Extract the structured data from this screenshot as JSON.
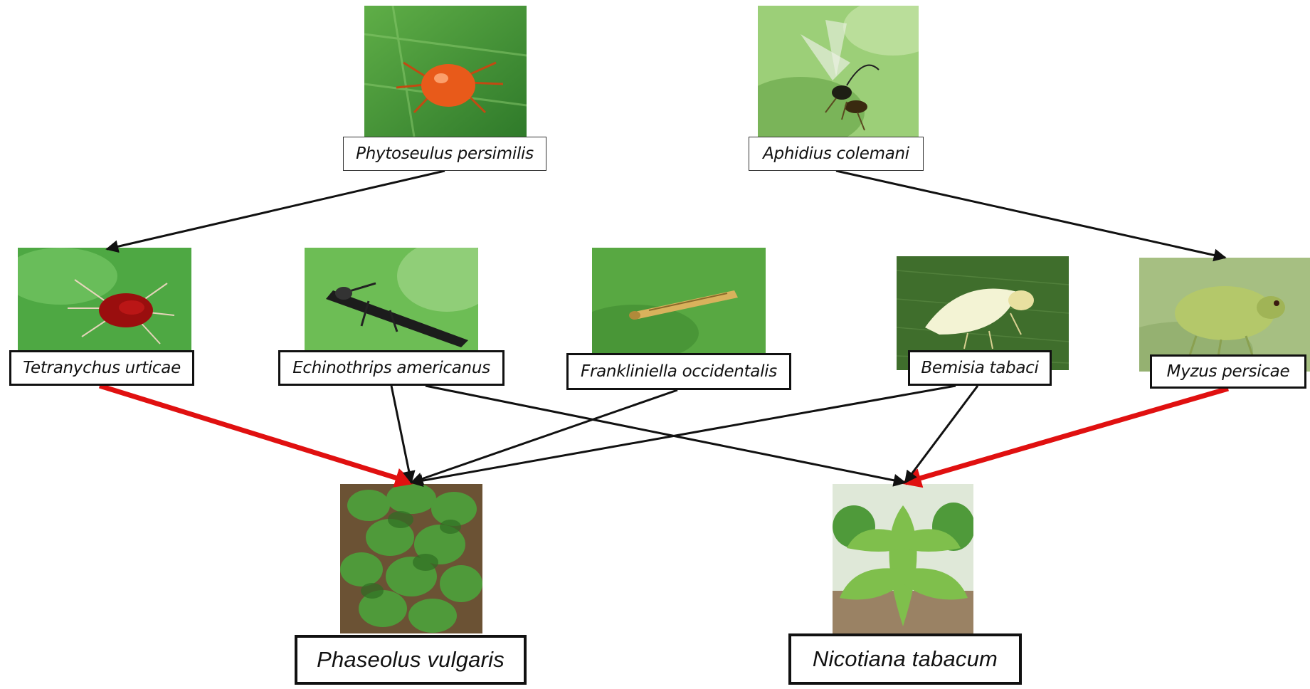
{
  "predators": [
    {
      "id": "phytoseulus",
      "name": "Phytoseulus persimilis",
      "icon": "predatory-mite-photo",
      "body_color": "#e85a1a"
    },
    {
      "id": "aphidius",
      "name": "Aphidius colemani",
      "icon": "parasitoid-wasp-photo",
      "body_color": "#2a2a1e"
    }
  ],
  "pests": [
    {
      "id": "tetranychus",
      "name": "Tetranychus urticae",
      "icon": "spider-mite-photo",
      "body_color": "#b01010"
    },
    {
      "id": "echinothrips",
      "name": "Echinothrips americanus",
      "icon": "thrips-photo",
      "body_color": "#2b2b2b"
    },
    {
      "id": "frankliniella",
      "name": "Frankliniella occidentalis",
      "icon": "western-flower-thrips-photo",
      "body_color": "#d9b25c"
    },
    {
      "id": "bemisia",
      "name": "Bemisia tabaci",
      "icon": "whitefly-photo",
      "body_color": "#f3f3d4"
    },
    {
      "id": "myzus",
      "name": "Myzus persicae",
      "icon": "aphid-photo",
      "body_color": "#b4c86a"
    }
  ],
  "plants": [
    {
      "id": "phaseolus",
      "name": "Phaseolus vulgaris",
      "icon": "bean-plant-photo"
    },
    {
      "id": "nicotiana",
      "name": "Nicotiana tabacum",
      "icon": "tobacco-plant-photo"
    }
  ],
  "links": [
    {
      "from": "phytoseulus",
      "to": "tetranychus",
      "kind": "predation"
    },
    {
      "from": "aphidius",
      "to": "myzus",
      "kind": "predation"
    },
    {
      "from": "tetranychus",
      "to": "phaseolus",
      "kind": "highlighted"
    },
    {
      "from": "myzus",
      "to": "nicotiana",
      "kind": "highlighted"
    },
    {
      "from": "echinothrips",
      "to": "phaseolus",
      "kind": "feeding"
    },
    {
      "from": "echinothrips",
      "to": "nicotiana",
      "kind": "feeding"
    },
    {
      "from": "frankliniella",
      "to": "phaseolus",
      "kind": "feeding"
    },
    {
      "from": "bemisia",
      "to": "phaseolus",
      "kind": "feeding"
    },
    {
      "from": "bemisia",
      "to": "nicotiana",
      "kind": "feeding"
    }
  ],
  "colors": {
    "normal_arrow": "#111111",
    "highlight_arrow": "#e01010",
    "leaf_green": "#4f9a3a",
    "leaf_dark": "#2f6e23"
  }
}
